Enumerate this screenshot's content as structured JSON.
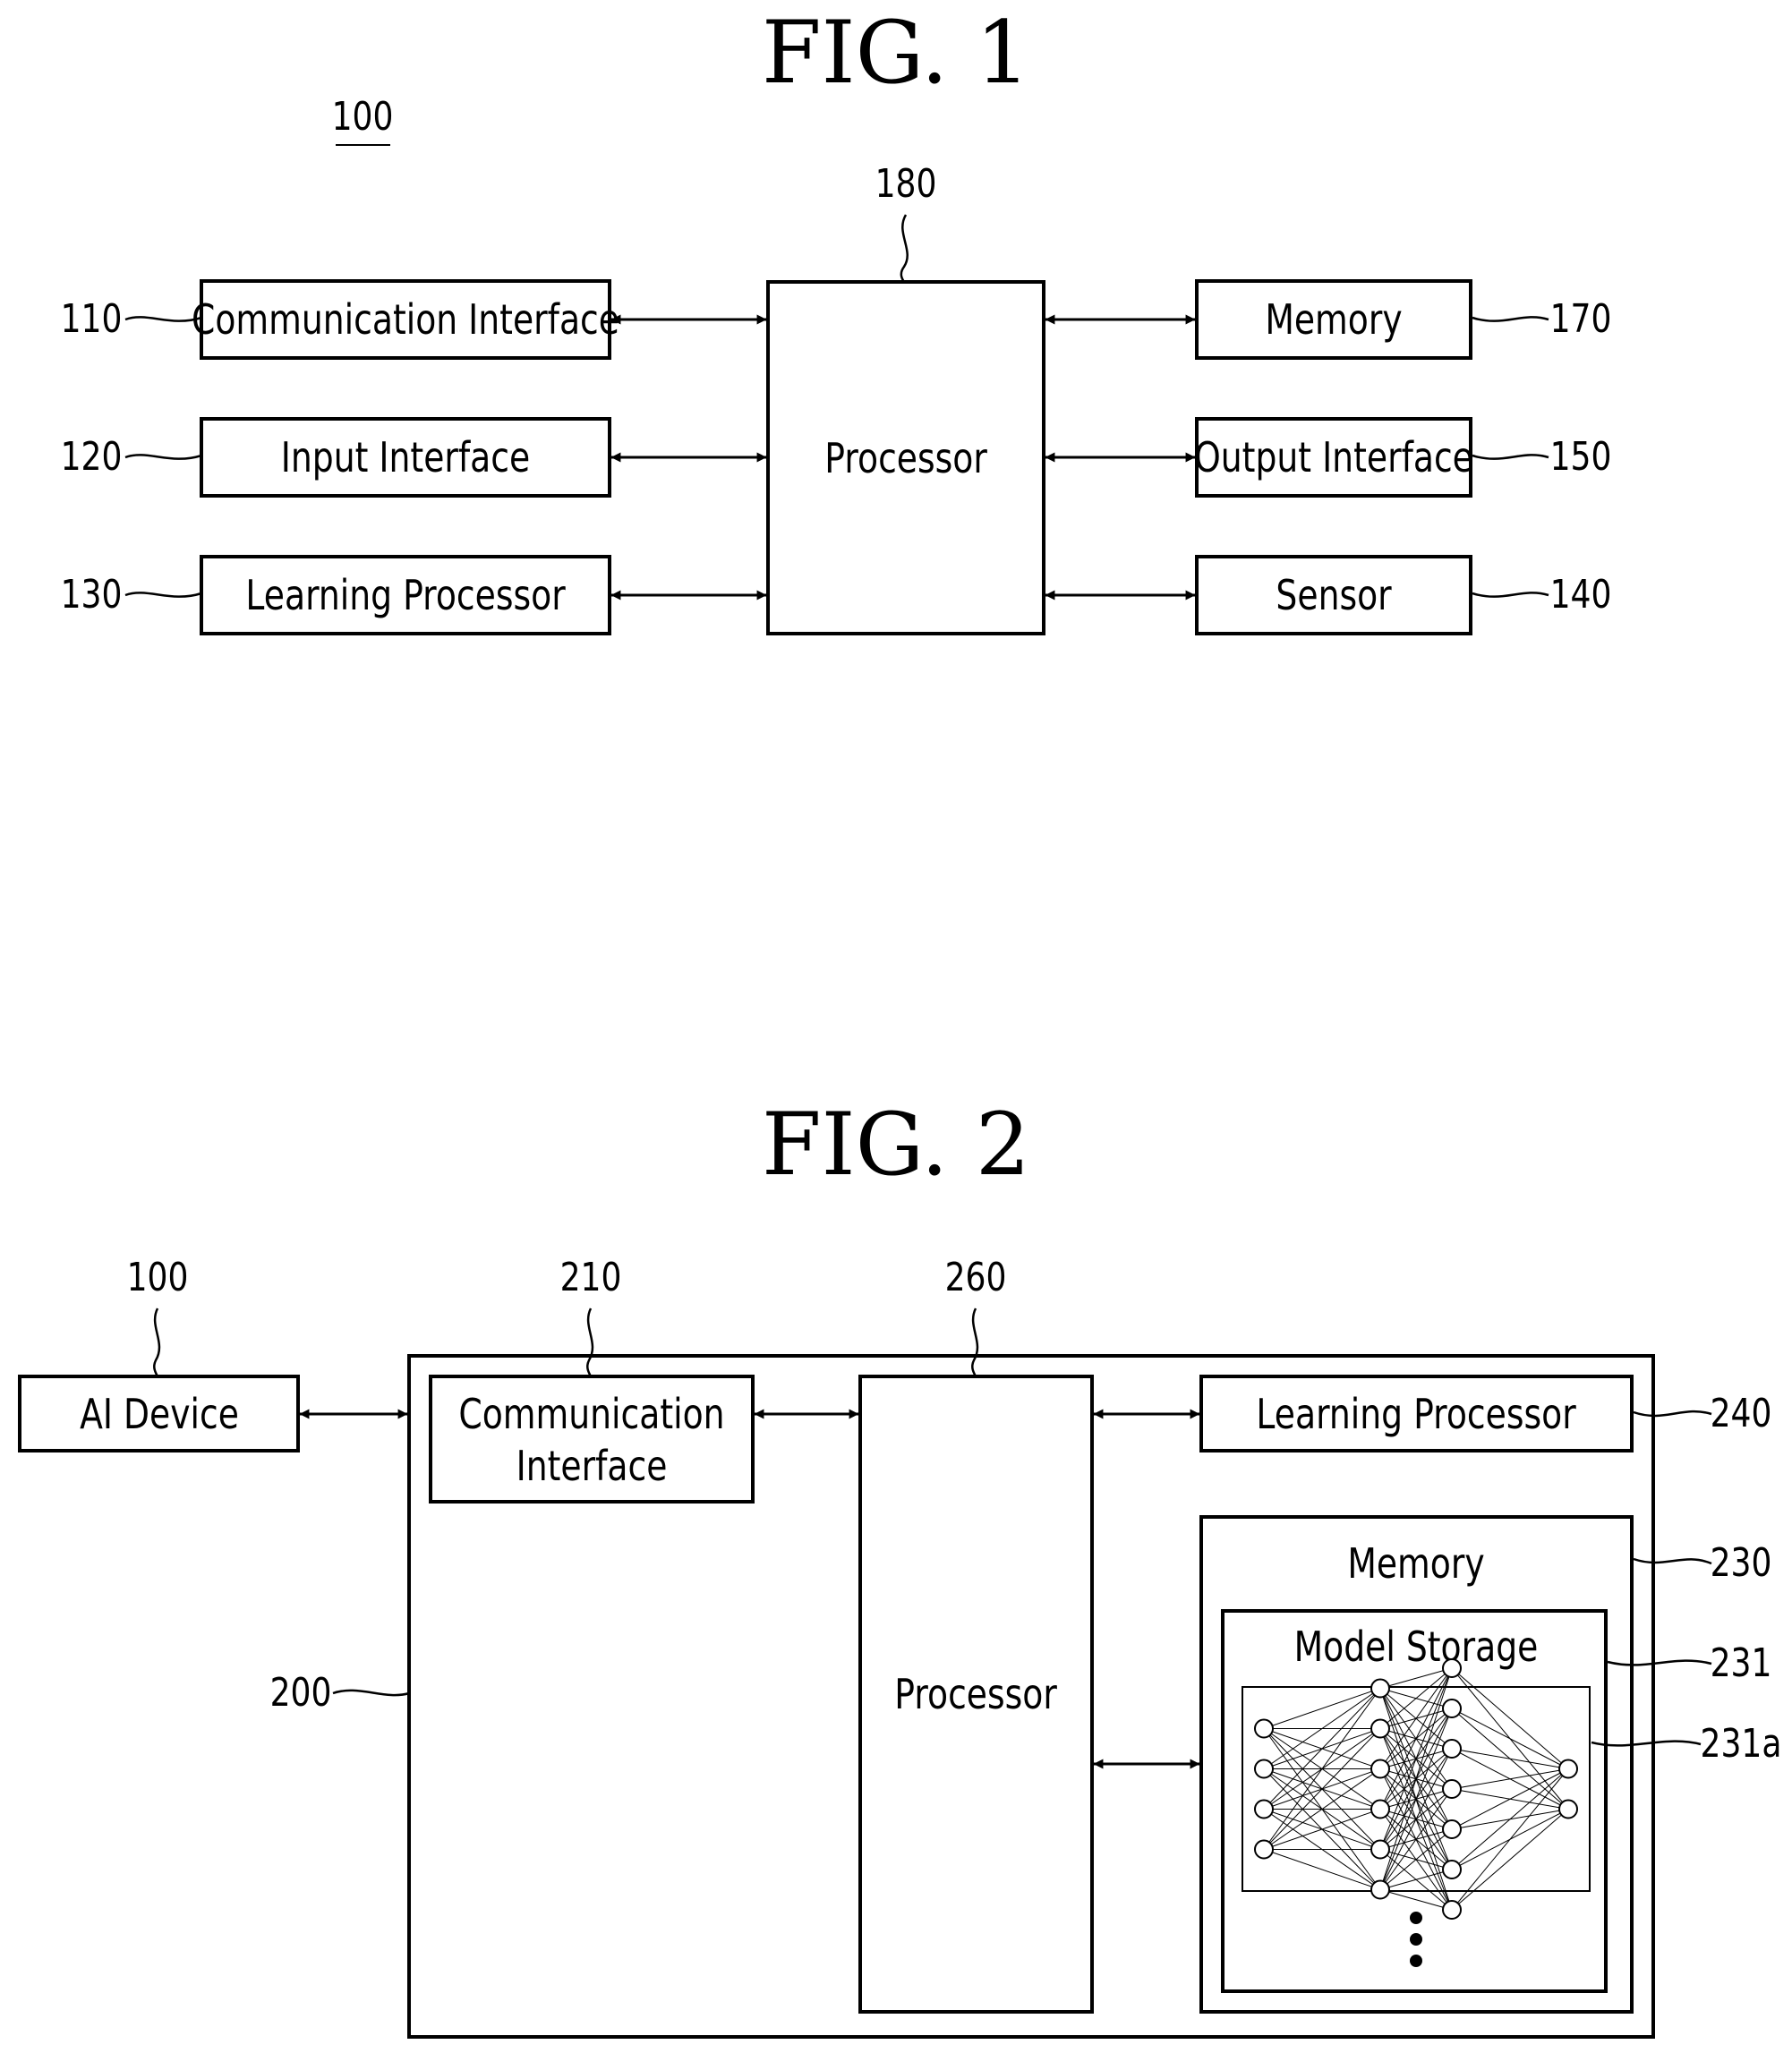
{
  "fig1": {
    "title": "FIG. 1",
    "device_ref": "100",
    "processor": {
      "label": "Processor",
      "ref": "180"
    },
    "left_blocks": [
      {
        "label": "Communication Interface",
        "ref": "110"
      },
      {
        "label": "Input Interface",
        "ref": "120"
      },
      {
        "label": "Learning Processor",
        "ref": "130"
      }
    ],
    "right_blocks": [
      {
        "label": "Memory",
        "ref": "170"
      },
      {
        "label": "Output Interface",
        "ref": "150"
      },
      {
        "label": "Sensor",
        "ref": "140"
      }
    ]
  },
  "fig2": {
    "title": "FIG. 2",
    "ai_device": {
      "label": "AI Device",
      "ref": "100"
    },
    "server_ref": "200",
    "communication_interface": {
      "label_line1": "Communication",
      "label_line2": "Interface",
      "ref": "210"
    },
    "processor": {
      "label": "Processor",
      "ref": "260"
    },
    "learning_processor": {
      "label": "Learning Processor",
      "ref": "240"
    },
    "memory": {
      "label": "Memory",
      "ref": "230"
    },
    "model_storage": {
      "label": "Model Storage",
      "ref": "231"
    },
    "model_ref": "231a",
    "neural_network_layers": [
      4,
      6,
      7,
      2
    ]
  }
}
